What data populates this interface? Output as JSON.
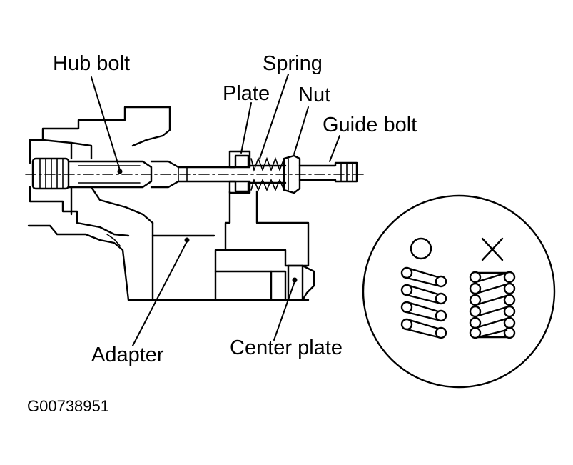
{
  "labels": {
    "hub_bolt": "Hub bolt",
    "spring": "Spring",
    "plate": "Plate",
    "nut": "Nut",
    "guide_bolt": "Guide bolt",
    "adapter": "Adapter",
    "center_plate": "Center plate"
  },
  "figure_code": "G00738951",
  "inset": {
    "correct_symbol_icon": "circle-o",
    "wrong_symbol_icon": "cross-x"
  },
  "colors": {
    "ink": "#000000",
    "background": "#ffffff"
  }
}
